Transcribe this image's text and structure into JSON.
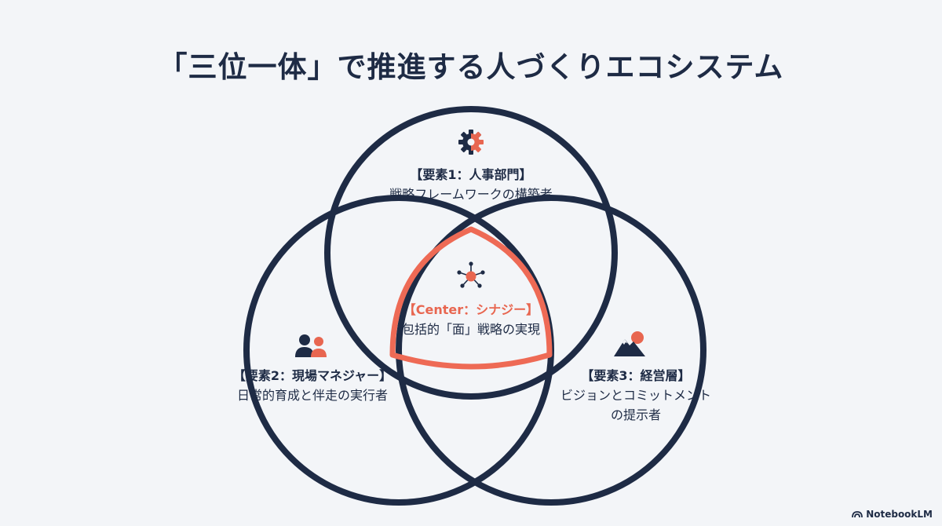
{
  "title": "「三位一体」で推進する人づくりエコシステム",
  "elements": {
    "top": {
      "heading": "【要素1：人事部門】",
      "description": "戦略フレームワークの構築者",
      "icon": "gear-icon"
    },
    "left": {
      "heading": "【要素2：現場マネジャー】",
      "description": "日常的育成と伴走の実行者",
      "icon": "people-icon"
    },
    "right": {
      "heading": "【要素3：経営層】",
      "description_line1": "ビジョンとコミットメント",
      "description_line2": "の提示者",
      "icon": "mountain-icon"
    },
    "center": {
      "heading": "【Center：シナジー】",
      "description": "包括的「面」戦略の実現",
      "icon": "network-icon"
    }
  },
  "colors": {
    "navy": "#1e2b45",
    "accent": "#e86650",
    "background": "#f3f5f8"
  },
  "brand": "NotebookLM"
}
